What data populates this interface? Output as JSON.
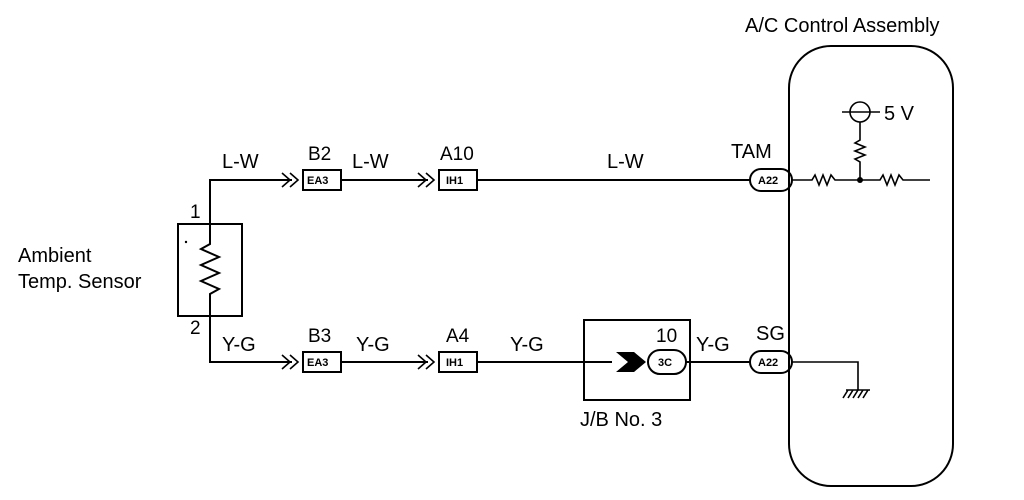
{
  "assembly_title": "A/C Control Assembly",
  "sensor": {
    "line1": "Ambient",
    "line2": "Temp. Sensor",
    "pin_top": "1",
    "pin_bottom": "2"
  },
  "upper_wire": {
    "seg1": "L-W",
    "seg2": "L-W",
    "seg3": "L-W",
    "conn_b": {
      "label": "B2",
      "code": "EA3"
    },
    "conn_a": {
      "label": "A10",
      "code": "IH1"
    },
    "terminal": {
      "name": "TAM",
      "code": "A22"
    }
  },
  "lower_wire": {
    "seg1": "Y-G",
    "seg2": "Y-G",
    "seg3": "Y-G",
    "seg4": "Y-G",
    "conn_b": {
      "label": "B3",
      "code": "EA3"
    },
    "conn_a": {
      "label": "A4",
      "code": "IH1"
    },
    "terminal": {
      "name": "SG",
      "code": "A22"
    }
  },
  "junction_block": {
    "label": "J/B No. 3",
    "pin": "10",
    "code": "3C"
  },
  "supply": {
    "voltage": "5 V"
  }
}
